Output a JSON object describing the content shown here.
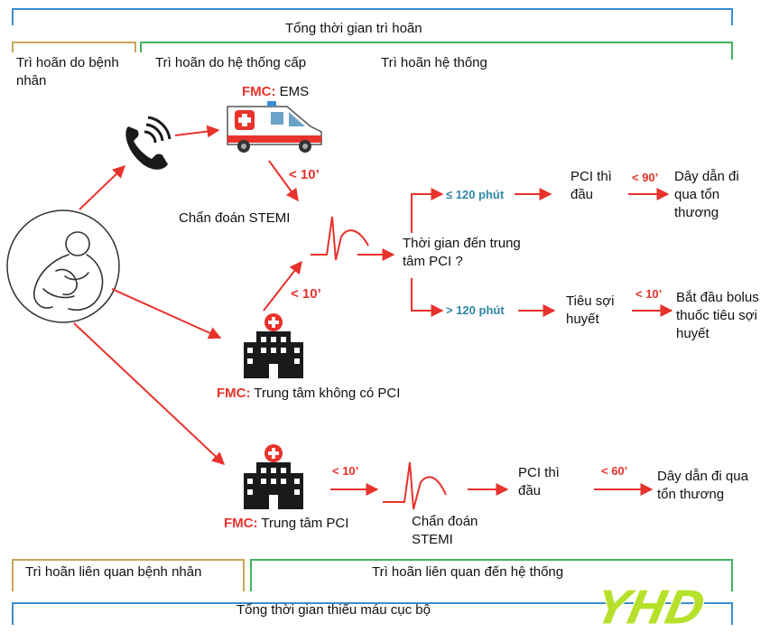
{
  "top": {
    "total_delay": "Tổng thời gian trì hoãn",
    "patient_delay": "Trì hoãn do bệnh nhân",
    "system_emergency_delay": "Trì hoãn do hệ thống cấp",
    "system_delay": "Trì hoãn hệ thống"
  },
  "bottom": {
    "patient_related_delay": "Trì hoãn liên quan bệnh nhân",
    "system_related_delay": "Trì hoãn liên quan đến hệ thống",
    "total_ischemia_time": "Tổng thời gian thiếu máu cục bộ"
  },
  "ems": {
    "fmc": "FMC:",
    "label": "EMS"
  },
  "non_pci": {
    "fmc": "FMC:",
    "label": "Trung tâm không có PCI"
  },
  "pci": {
    "fmc": "FMC:",
    "label": "Trung tâm PCI"
  },
  "timings": {
    "ems_lt10": "< 10’",
    "nonpci_lt10": "< 10’",
    "pci_lt10": "< 10’",
    "le120": "≤ 120 phút",
    "gt120": "> 120 phút",
    "lt90": "< 90’",
    "lt10_lysis": "< 10’",
    "lt60": "< 60’"
  },
  "labels": {
    "stemi_diag_upper": "Chẩn đoán STEMI",
    "time_to_pci": "Thời gian đến trung tâm PCI ?",
    "primary_pci_upper": "PCI thì đầu",
    "wire_upper": "Dây dẫn đi qua tổn thương",
    "fibrinolysis": "Tiêu sợi huyết",
    "start_bolus": "Bắt đầu bolus thuốc tiêu sợi huyết",
    "stemi_diag_lower": "Chẩn đoán STEMI",
    "primary_pci_lower": "PCI thì đầu",
    "wire_lower": "Dây dẫn đi qua tổn thương"
  },
  "logo": {
    "text": "YHD"
  },
  "colors": {
    "blue_bracket": "#3b8dd0",
    "tan_bracket": "#c9a55a",
    "green_bracket": "#43b35c",
    "arrow_red": "#e8322c",
    "ecg_red": "#e8322c"
  }
}
